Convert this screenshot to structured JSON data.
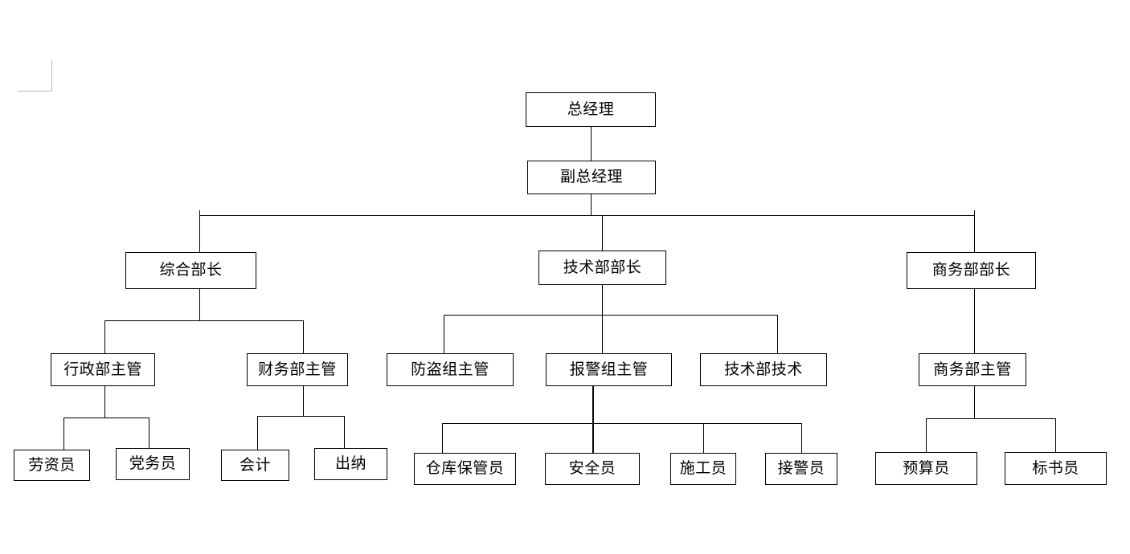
{
  "document": {
    "type": "organization-chart",
    "background_color": "#ffffff",
    "line_color": "#000000",
    "text_color": "#000000",
    "margin_mark_color": "#b9b9b9"
  },
  "chart_data": {
    "type": "diagram",
    "title": "",
    "orientation": "top-down",
    "levels": 4,
    "nodes": [
      {
        "id": "n1",
        "label": "总经理",
        "level": 1,
        "parent": null
      },
      {
        "id": "n2",
        "label": "副总经理",
        "level": 2,
        "parent": "n1"
      },
      {
        "id": "n3",
        "label": "综合部长",
        "level": 3,
        "parent": "n2"
      },
      {
        "id": "n4",
        "label": "技术部部长",
        "level": 3,
        "parent": "n2"
      },
      {
        "id": "n5",
        "label": "商务部部长",
        "level": 3,
        "parent": "n2"
      },
      {
        "id": "n6",
        "label": "行政部主管",
        "level": 4,
        "parent": "n3"
      },
      {
        "id": "n7",
        "label": "财务部主管",
        "level": 4,
        "parent": "n3"
      },
      {
        "id": "n8",
        "label": "防盗组主管",
        "level": 4,
        "parent": "n4"
      },
      {
        "id": "n9",
        "label": "报警组主管",
        "level": 4,
        "parent": "n4"
      },
      {
        "id": "n10",
        "label": "技术部技术",
        "level": 4,
        "parent": "n4"
      },
      {
        "id": "n11",
        "label": "商务部主管",
        "level": 4,
        "parent": "n5"
      },
      {
        "id": "n12",
        "label": "劳资员",
        "level": 5,
        "parent": "n6"
      },
      {
        "id": "n13",
        "label": "党务员",
        "level": 5,
        "parent": "n6"
      },
      {
        "id": "n14",
        "label": "会计",
        "level": 5,
        "parent": "n7"
      },
      {
        "id": "n15",
        "label": "出纳",
        "level": 5,
        "parent": "n7"
      },
      {
        "id": "n16",
        "label": "仓库保管员",
        "level": 5,
        "parent": "n9"
      },
      {
        "id": "n17",
        "label": "安全员",
        "level": 5,
        "parent": "n9"
      },
      {
        "id": "n18",
        "label": "施工员",
        "level": 5,
        "parent": "n9"
      },
      {
        "id": "n19",
        "label": "接警员",
        "level": 5,
        "parent": "n9"
      },
      {
        "id": "n20",
        "label": "预算员",
        "level": 5,
        "parent": "n11"
      },
      {
        "id": "n21",
        "label": "标书员",
        "level": 5,
        "parent": "n11"
      }
    ]
  },
  "boxes": {
    "general_manager": "总经理",
    "deputy_general_manager": "副总经理",
    "general_affairs_head": "综合部长",
    "technical_dept_head": "技术部部长",
    "business_dept_head": "商务部部长",
    "admin_supervisor": "行政部主管",
    "finance_supervisor": "财务部主管",
    "antitheft_supervisor": "防盗组主管",
    "alarm_supervisor": "报警组主管",
    "technical_staff": "技术部技术",
    "business_supervisor": "商务部主管",
    "labor_clerk": "劳资员",
    "party_affairs_clerk": "党务员",
    "accountant": "会计",
    "cashier": "出纳",
    "warehouse_keeper": "仓库保管员",
    "safety_officer": "安全员",
    "construction_worker": "施工员",
    "alarm_receiver": "接警员",
    "budget_officer": "预算员",
    "bid_document_clerk": "标书员"
  }
}
